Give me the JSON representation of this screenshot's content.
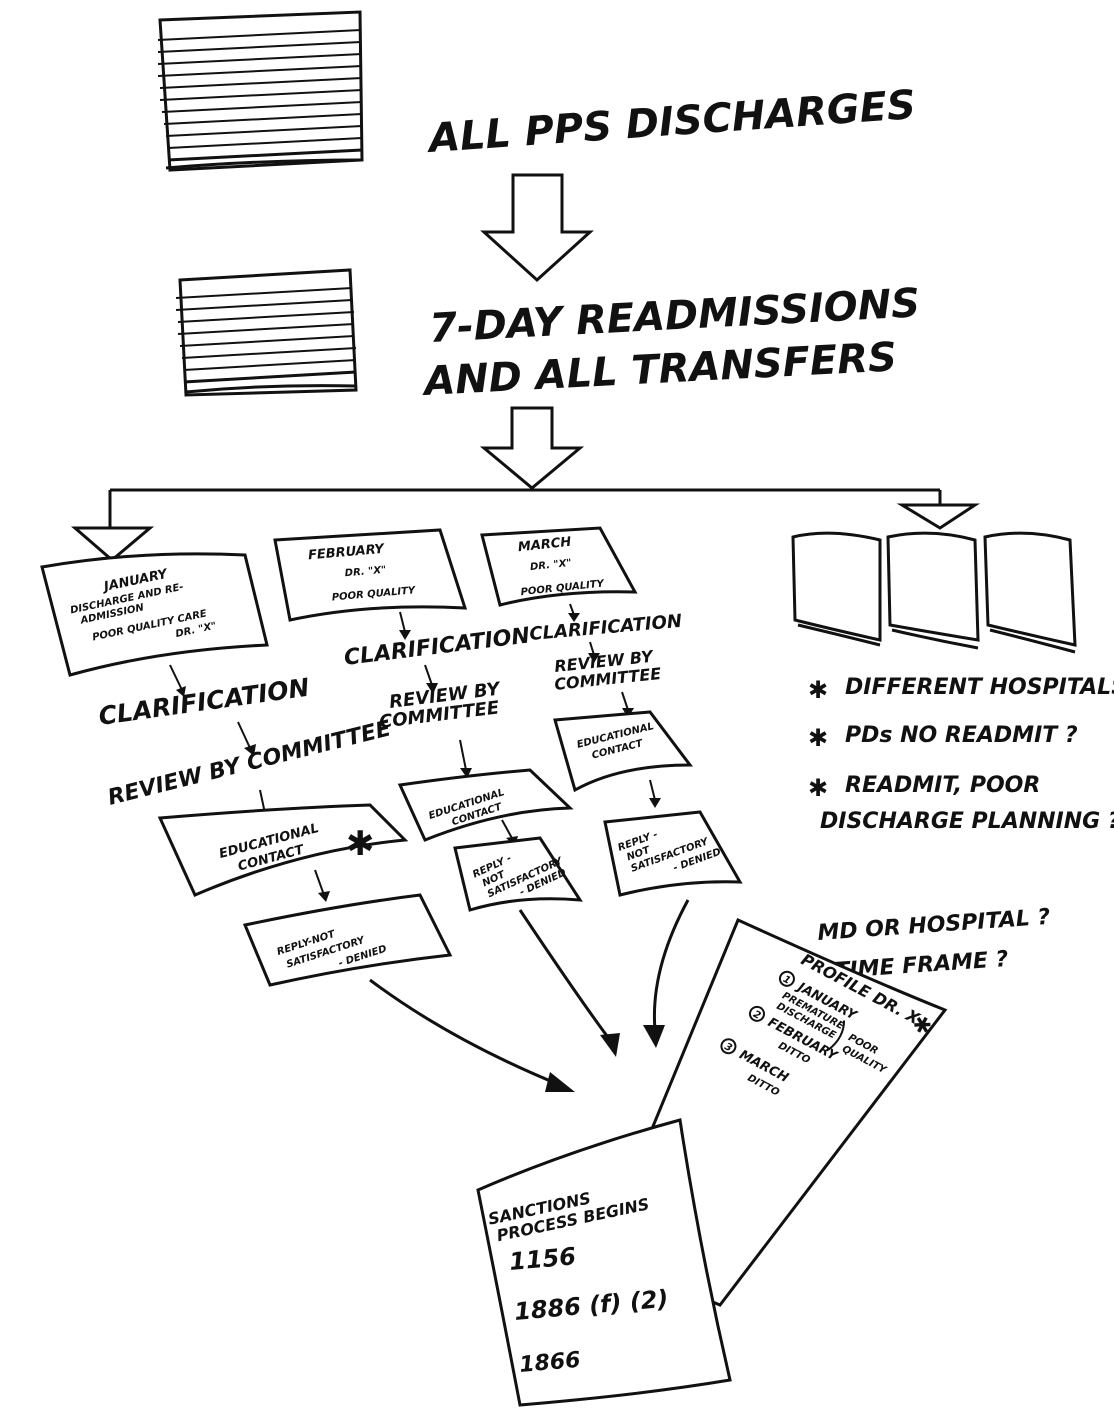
{
  "stage1": {
    "label": "ALL PPS DISCHARGES"
  },
  "stage2": {
    "label_line1": "7-DAY READMISSIONS",
    "label_line2": "AND ALL TRANSFERS"
  },
  "january": {
    "title": "JANUARY",
    "line2": "DISCHARGE AND RE-",
    "line3": "ADMISSION",
    "line4": "POOR QUALITY CARE",
    "line5": "DR. \"X\"",
    "step_clarification": "CLARIFICATION",
    "step_review": "REVIEW BY COMMITTEE",
    "contact_line1": "EDUCATIONAL",
    "contact_line2": "CONTACT",
    "reply_line1": "REPLY-NOT",
    "reply_line2": "SATISFACTORY",
    "reply_line3": "- DENIED"
  },
  "february": {
    "title": "FEBRUARY",
    "line2": "DR. \"X\"",
    "line3": "POOR QUALITY",
    "step_clarification": "CLARIFICATION",
    "step_review1": "REVIEW BY",
    "step_review2": "COMMITTEE",
    "contact_line1": "EDUCATIONAL",
    "contact_line2": "CONTACT",
    "reply_line1": "REPLY -",
    "reply_line2": "NOT",
    "reply_line3": "SATISFACTORY",
    "reply_line4": "- DENIED"
  },
  "march": {
    "title": "MARCH",
    "line2": "DR. \"X\"",
    "line3": "POOR QUALITY",
    "step_clarification": "CLARIFICATION",
    "step_review1": "REVIEW BY",
    "step_review2": "COMMITTEE",
    "contact_line1": "EDUCATIONAL",
    "contact_line2": "CONTACT",
    "reply_line1": "REPLY -",
    "reply_line2": "NOT",
    "reply_line3": "SATISFACTORY",
    "reply_line4": "- DENIED"
  },
  "questions": {
    "q1": "DIFFERENT HOSPITALS ?",
    "q2": "PDs NO READMIT ?",
    "q3_line1": "READMIT, POOR",
    "q3_line2": "DISCHARGE PLANNING ?"
  },
  "profile": {
    "question1": "MD OR HOSPITAL ?",
    "question2": "TIME FRAME ?",
    "title": "PROFILE   DR. X",
    "item1_num": "1",
    "item1_line1": "JANUARY",
    "item1_line2": "PREMATURE",
    "item1_line3": "DISCHARGE",
    "item2_num": "2",
    "item2_line1": "FEBRUARY",
    "item2_line2": "DITTO",
    "item3_num": "3",
    "item3_line1": "MARCH",
    "item3_line2": "DITTO",
    "bracket_note1": "POOR",
    "bracket_note2": "QUALITY"
  },
  "sanctions": {
    "title1": "SANCTIONS",
    "title2": "PROCESS BEGINS",
    "code1": "1156",
    "code2": "1886 (f) (2)",
    "code3": "1866"
  }
}
